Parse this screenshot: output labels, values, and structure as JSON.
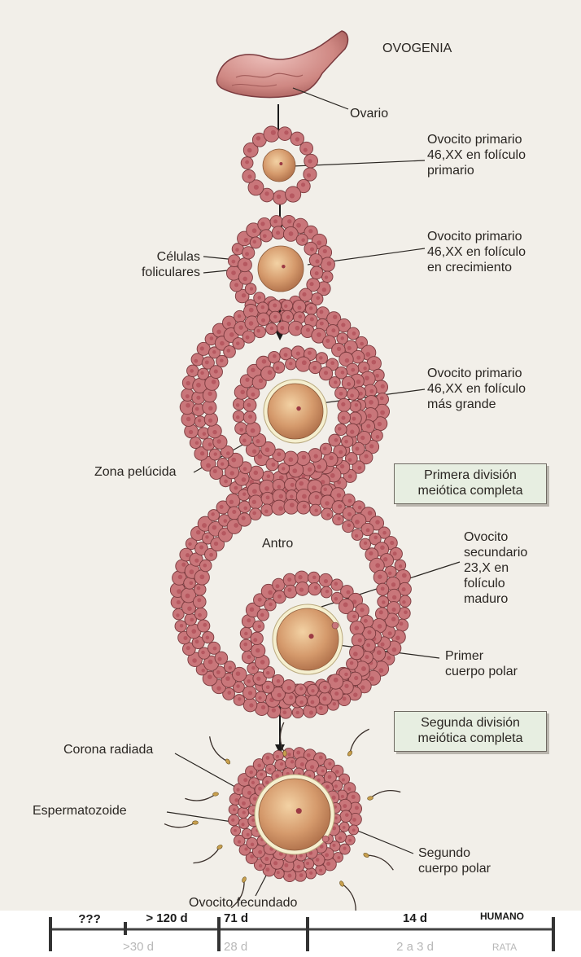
{
  "title": "OVOGENIA",
  "labels": {
    "ovario": "Ovario",
    "stage1": "Ovocito primario\n46,XX en folículo\nprimario",
    "celulas": "Células\nfoliculares",
    "stage2": "Ovocito primario\n46,XX en folículo\nen crecimiento",
    "stage3": "Ovocito primario\n46,XX en folículo\nmás grande",
    "zona": "Zona pelúcida",
    "antro": "Antro",
    "stage4": "Ovocito\nsecundario\n23,X en\nfolículo\nmaduro",
    "primer_polar": "Primer\ncuerpo polar",
    "corona": "Corona radiada",
    "esperma": "Espermatozoide",
    "segundo_polar": "Segundo\ncuerpo polar",
    "fecundado": "Ovocito fecundado"
  },
  "boxes": {
    "primera": "Primera división\nmeiótica completa",
    "segunda": "Segunda división\nmeiótica completa"
  },
  "timeline": {
    "top": [
      "???",
      "> 120 d",
      "71 d",
      "14 d",
      "HUMANO"
    ],
    "bottom": [
      ">30 d",
      "28 d",
      "2 a 3 d",
      "RATA"
    ]
  },
  "colors": {
    "background": "#f2efe9",
    "cell": "#c9767a",
    "cell_outline": "#7a3a3e",
    "nucleus": "#b65860",
    "oocyte": "#d59a6c",
    "zona": "#f5efcf",
    "box_fill": "#e7eee1"
  }
}
